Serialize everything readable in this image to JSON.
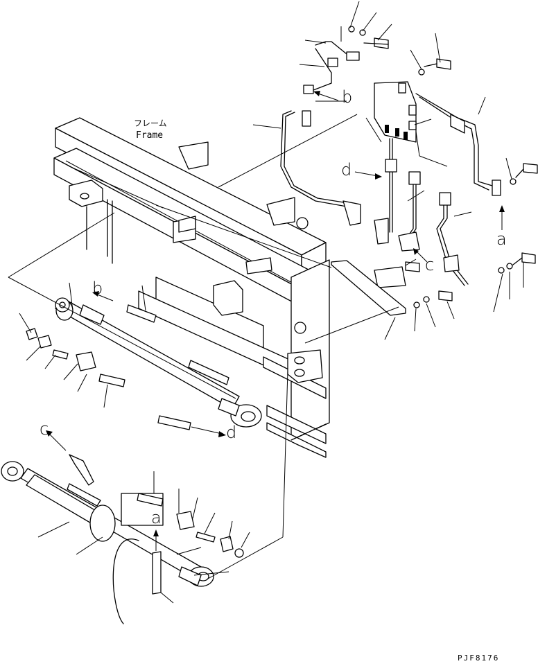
{
  "frame_label": {
    "japanese": "フレーム",
    "english": "Frame"
  },
  "callouts": {
    "a_top": "a",
    "a_bottom": "a",
    "b_top": "b",
    "b_left": "b",
    "c_right": "c",
    "c_left": "c",
    "d_top": "d",
    "d_bottom": "d"
  },
  "drawing_code": "PJF8176"
}
